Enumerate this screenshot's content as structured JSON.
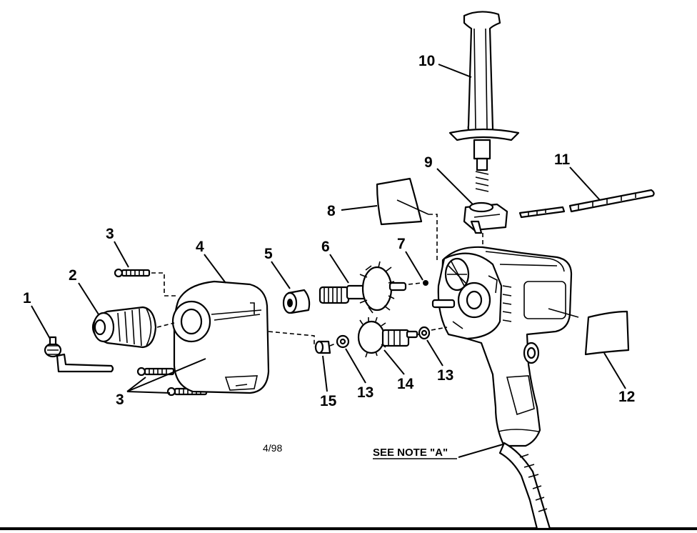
{
  "diagram": {
    "callouts": {
      "p1": "1",
      "p2": "2",
      "p3a": "3",
      "p3b": "3",
      "p4": "4",
      "p5": "5",
      "p6": "6",
      "p7": "7",
      "p8": "8",
      "p9": "9",
      "p10": "10",
      "p11": "11",
      "p12": "12",
      "p13a": "13",
      "p13b": "13",
      "p14": "14",
      "p15": "15"
    },
    "note": "SEE NOTE \"A\"",
    "date": "4/98"
  }
}
